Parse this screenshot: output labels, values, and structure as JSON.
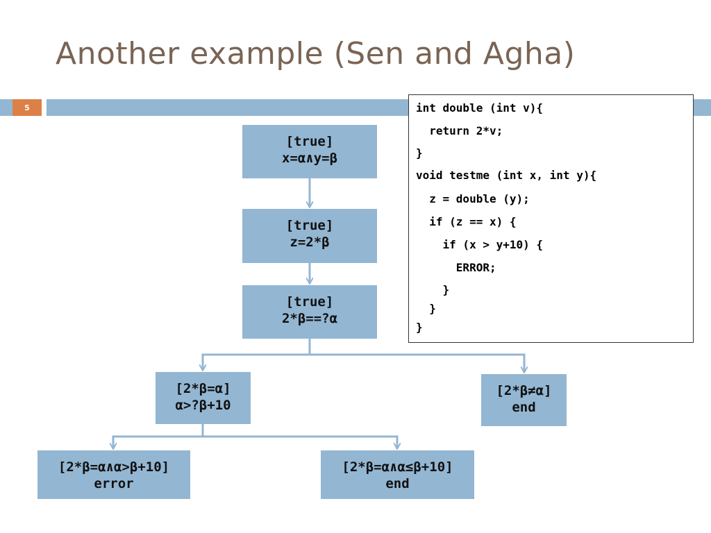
{
  "slide": {
    "title": "Another example (Sen and Agha)",
    "number": "5"
  },
  "diagram": {
    "nodes": [
      {
        "id": "n1",
        "line1": "[true]",
        "line2": "x=α∧y=β"
      },
      {
        "id": "n2",
        "line1": "[true]",
        "line2": "z=2*β"
      },
      {
        "id": "n3",
        "line1": "[true]",
        "line2": "2*β==?α"
      },
      {
        "id": "n4",
        "line1": "[2*β=α]",
        "line2": "α>?β+10"
      },
      {
        "id": "n5",
        "line1": "[2*β≠α]",
        "line2": "end"
      },
      {
        "id": "n6",
        "line1": "[2*β=α∧α>β+10]",
        "line2": "error"
      },
      {
        "id": "n7",
        "line1": "[2*β=α∧α≤β+10]",
        "line2": "end"
      }
    ],
    "edges": [
      {
        "from": "n1",
        "to": "n2"
      },
      {
        "from": "n2",
        "to": "n3"
      },
      {
        "from": "n3",
        "to": "n4"
      },
      {
        "from": "n3",
        "to": "n5"
      },
      {
        "from": "n4",
        "to": "n6"
      },
      {
        "from": "n4",
        "to": "n7"
      }
    ],
    "colors": {
      "node": "#93b6d2",
      "edge": "#93b6d2"
    }
  },
  "code": {
    "lines": [
      "int double (int v){",
      "  return 2*v;",
      "}",
      "void testme (int x, int y){",
      "  z = double (y);",
      "  if (z == x) {",
      "    if (x > y+10) {",
      "      ERROR;",
      "    }",
      "  }",
      "}"
    ]
  },
  "colors": {
    "title": "#7a6454",
    "accent_bar": "#93b6d2",
    "slide_number_bg": "#dd8047"
  }
}
